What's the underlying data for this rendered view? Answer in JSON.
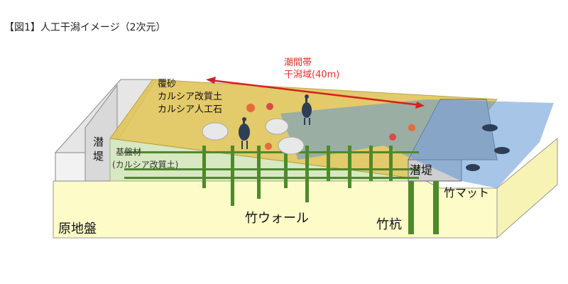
{
  "figure_title": "【図1】人工干潟イメージ（2次元）",
  "labels": {
    "tidal_zone_line1": "潮間帯",
    "tidal_zone_line2": "干潟域(40m)",
    "cover_sand": "覆砂",
    "calcia_soil": "カルシア改質土",
    "calcia_stone": "カルシア人工石",
    "levee_left_1": "潜",
    "levee_left_2": "堤",
    "base_material_1": "基盤材",
    "base_material_2": "(カルシア改質土)",
    "levee_right": "潜堤",
    "bamboo_mat": "竹マット",
    "bamboo_wall": "竹ウォール",
    "bamboo_pile": "竹杭",
    "original_ground": "原地盤"
  },
  "colors": {
    "ground": "#fdfcc9",
    "sand_top": "#e0c55a",
    "base_green": "#d7e8c2",
    "water": "#5f98d4",
    "bamboo": "#4e8a2a",
    "levee": "#e6e6e6",
    "arrow": "#d62020",
    "label_red": "#e03030"
  }
}
